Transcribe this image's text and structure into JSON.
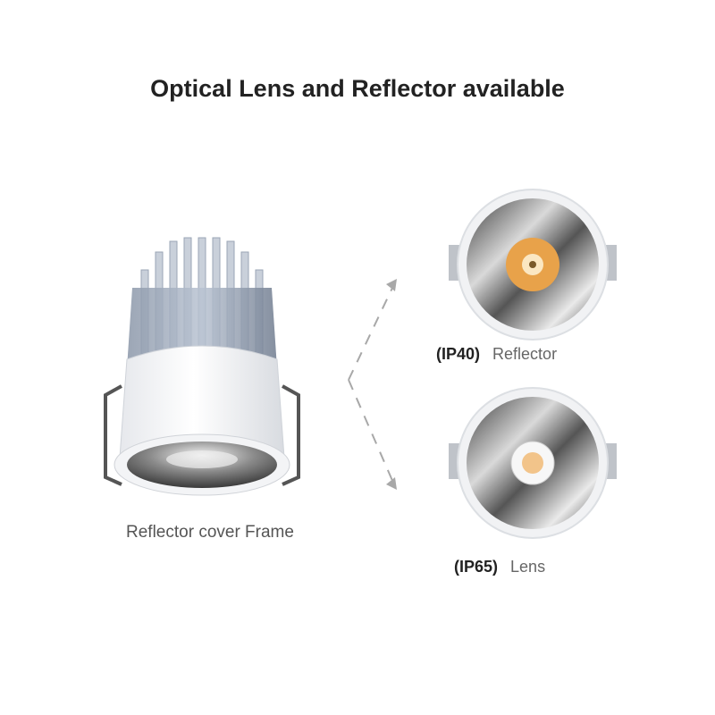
{
  "title": "Optical Lens and Reflector available",
  "main_product": {
    "caption": "Reflector cover Frame",
    "icon": "downlight-icon"
  },
  "options": [
    {
      "code": "(IP40)",
      "name": "Reflector",
      "icon": "reflector-view-icon",
      "led_color": "#e8a24a"
    },
    {
      "code": "(IP65)",
      "name": "Lens",
      "icon": "lens-view-icon",
      "led_color": "#f2c48a"
    }
  ],
  "arrow_icon": "dashed-arrows-icon"
}
